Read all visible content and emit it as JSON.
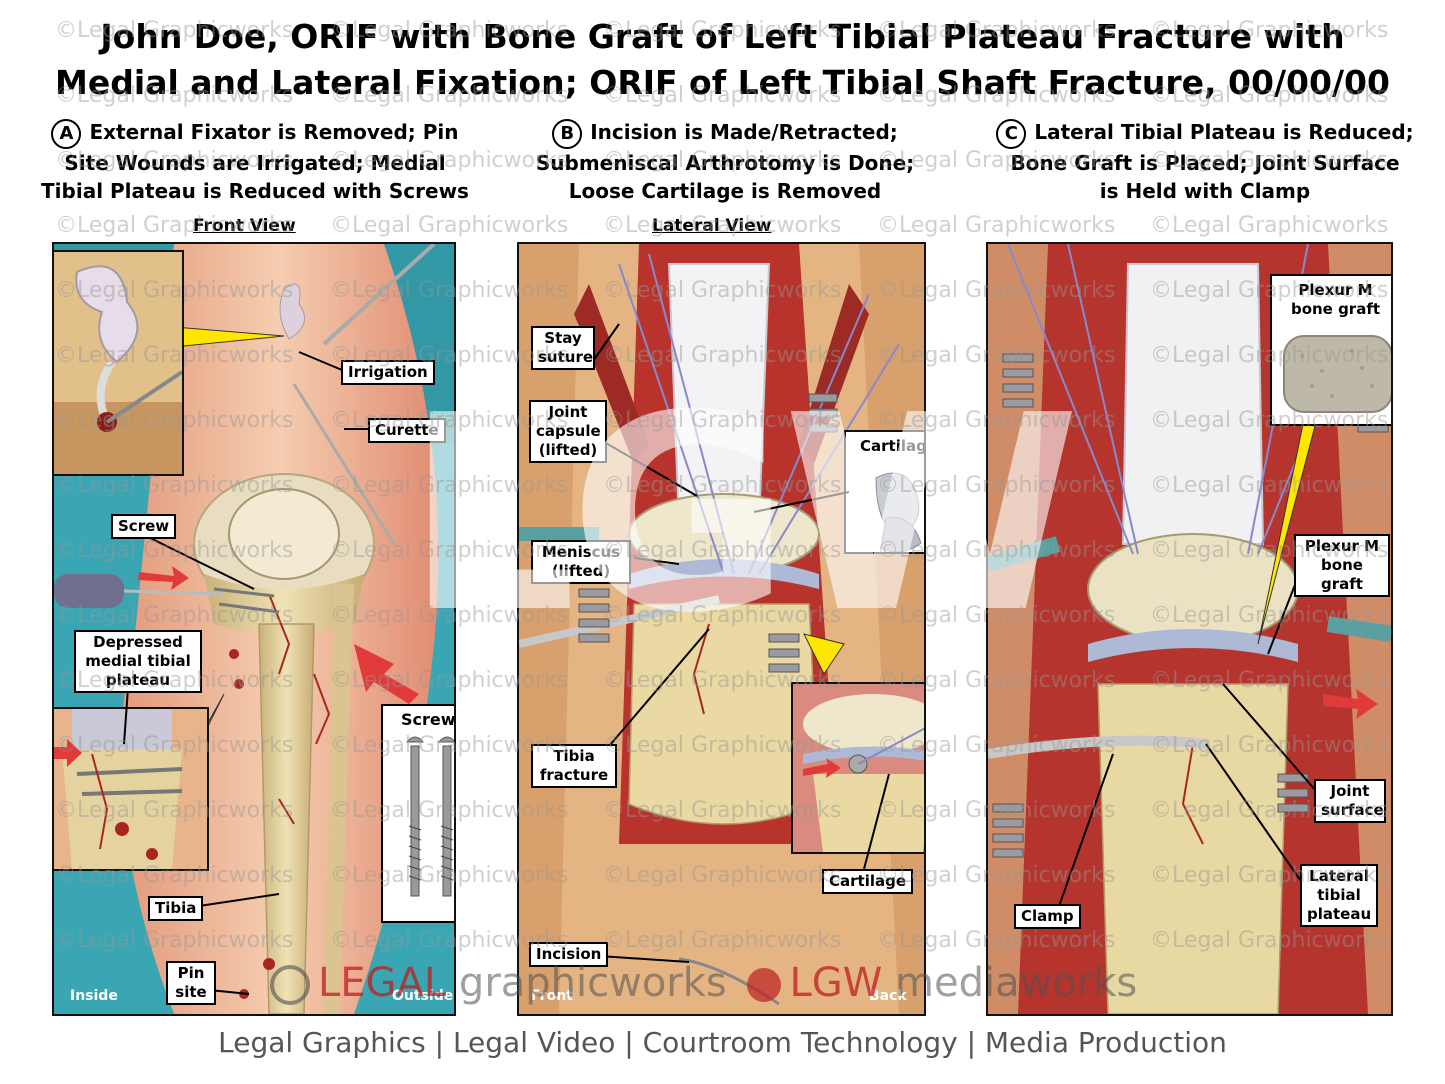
{
  "title_line1": "John Doe, ORIF with Bone Graft of Left Tibial Plateau Fracture with",
  "title_line2": "Medial and Lateral Fixation; ORIF of Left Tibial Shaft Fracture, 00/00/00",
  "steps": [
    {
      "badge": "A",
      "line1": "External Fixator is Removed; Pin",
      "line2": "Site Wounds are Irrigated; Medial",
      "line3": "Tibial Plateau is Reduced with Screws",
      "view": "Front View"
    },
    {
      "badge": "B",
      "line1": "Incision is Made/Retracted;",
      "line2": "Submeniscal Arthrotomy is Done;",
      "line3": "Loose Cartilage is Removed",
      "view": "Lateral View"
    },
    {
      "badge": "C",
      "line1": "Lateral Tibial Plateau is Reduced;",
      "line2": "Bone Graft is Placed; Joint Surface",
      "line3": "is Held with Clamp",
      "view": ""
    }
  ],
  "panelA": {
    "irrigation": "Irrigation",
    "curette": "Curette",
    "screw": "Screw",
    "depressed": "Depressed medial tibial plateau",
    "screws": "Screws",
    "tibia": "Tibia",
    "pin_site": "Pin site",
    "inside": "Inside",
    "outside": "Outside"
  },
  "panelB": {
    "stay_suture": "Stay suture",
    "joint_capsule": "Joint capsule (lifted)",
    "cartilage_top": "Cartilage",
    "meniscus": "Meniscus (lifted)",
    "tibia_fracture": "Tibia fracture",
    "cartilage_bottom": "Cartilage",
    "incision": "Incision",
    "front": "Front",
    "back": "Back"
  },
  "panelC": {
    "graft_top": "Plexur M bone graft",
    "graft_mid": "Plexur M bone graft",
    "joint_surface": "Joint surface",
    "lateral_plateau": "Lateral tibial plateau",
    "clamp": "Clamp"
  },
  "watermark": "©Legal Graphicworks",
  "brand": {
    "legal": "LEGAL",
    "graphicworks": "graphicworks",
    "lgw": "LGW",
    "mediaworks": "mediaworks"
  },
  "tagline": "Legal Graphics | Legal Video | Courtroom Technology | Media Production",
  "colors": {
    "drape": "#3aa6b4",
    "skin": "#e9b98a",
    "bone": "#e6d6a4",
    "tissue": "#b8332c",
    "callout": "#ffe600"
  }
}
